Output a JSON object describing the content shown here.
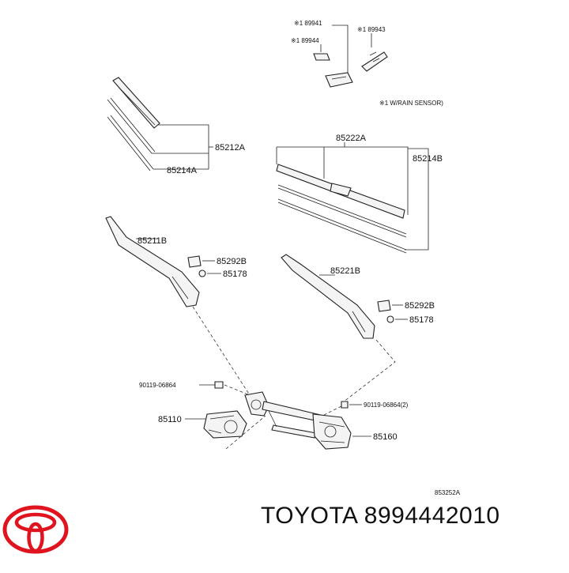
{
  "labels": {
    "p89941": "※1 89941",
    "p89944": "※1 89944",
    "p89943": "※1 89943",
    "note": "※1 W/RAIN SENSOR)",
    "p85212A": "85212A",
    "p85214A": "85214A",
    "p85222A": "85222A",
    "p85214B": "85214B",
    "p85211B": "85211B",
    "p85292B_left": "85292B",
    "p85178_left": "85178",
    "p85221B": "85221B",
    "p85292B_right": "85292B",
    "p85178_right": "85178",
    "p90119_left": "90119-06864",
    "p90119_right": "90119-06864(2)",
    "p85110": "85110",
    "p85160": "85160",
    "drawing_no": "853252A"
  },
  "brand": {
    "name": "TOYOTA",
    "part_number": "8994442010",
    "logo_color": "#e0141e"
  },
  "icons": [
    "toyota-logo-icon"
  ]
}
